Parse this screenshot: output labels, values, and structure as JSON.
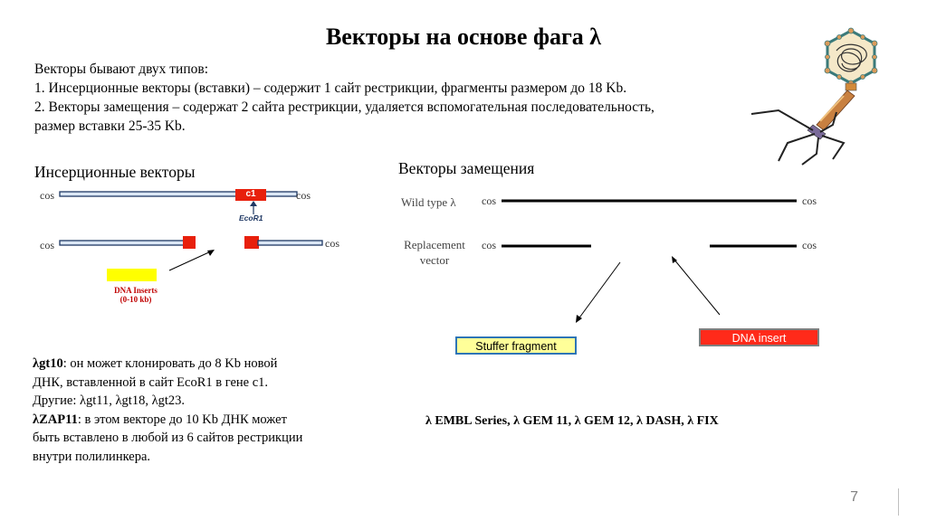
{
  "slide": {
    "title": "Векторы на основе фага λ",
    "page_number": "7"
  },
  "intro": [
    "Векторы бывают двух типов:",
    "1. Инсерционные векторы (вставки) – содержит 1 сайт рестрикции, фрагменты размером до 18 Kb.",
    "2. Векторы замещения – содержат 2 сайта рестрикции, удаляется вспомогательная последовательность,",
    "размер вставки 25-35 Kb."
  ],
  "insertion": {
    "heading": "Инсерционные векторы",
    "cos": "cos",
    "c1_label": "c1",
    "ecor1_label": "EcoR1",
    "inserts_label_1": "DNA Inserts",
    "inserts_label_2": "(0-10 kb)",
    "colors": {
      "red": "#e8200c",
      "yellow": "#ffff00",
      "line": "#1f3864",
      "line_fill": "#dbe7f5"
    }
  },
  "replacement": {
    "heading": "Векторы замещения",
    "wild_type_label": "Wild type λ",
    "replacement_label_1": "Replacement",
    "replacement_label_2": "vector",
    "cos": "cos",
    "stuffer_label": "Stuffer fragment",
    "insert_label": "DNA insert",
    "colors": {
      "stuffer_fill": "#ffff99",
      "stuffer_border": "#2e75b6",
      "insert_fill": "#ff2a1a",
      "insert_border": "#7f7f7f"
    }
  },
  "bottom": {
    "l1_bold": "λgt10",
    "l1_rest": ": он может клонировать до 8 Kb новой",
    "l2": "ДНК, вставленной в сайт EcoR1 в гене c1.",
    "l3": "Другие: λgt11, λgt18, λgt23.",
    "l4_bold": "λZAP11",
    "l4_rest": ": в этом векторе до 10 Kb ДНК может",
    "l5": "быть вставлено в любой из 6 сайтов рестрикции",
    "l6": "внутри полилинкера."
  },
  "series_text": "λ EMBL Series, λ GEM 11, λ GEM 12, λ DASH, λ FIX",
  "icons": {
    "phage": "bacteriophage-icon"
  }
}
